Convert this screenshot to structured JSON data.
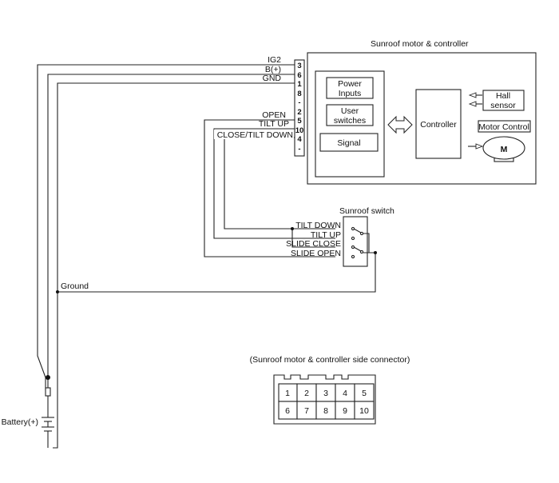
{
  "motor_controller": {
    "title": "Sunroof motor & controller",
    "blocks": {
      "power_inputs": [
        "Power",
        "Inputs"
      ],
      "user_switches": [
        "User",
        "switches"
      ],
      "signal": "Signal",
      "controller": "Controller",
      "hall_sensor": [
        "Hall",
        "sensor"
      ],
      "motor_control": "Motor Control",
      "motor": "M"
    }
  },
  "wires": [
    {
      "label": "IG2",
      "pin": "3"
    },
    {
      "label": "B(+)",
      "pin": "6"
    },
    {
      "label": "GND",
      "pin": "1"
    },
    {
      "label": "",
      "pin": "8"
    },
    {
      "label": "",
      "pin": "-"
    },
    {
      "label": "",
      "pin": "2"
    },
    {
      "label": "OPEN",
      "pin": "5"
    },
    {
      "label": "TILT UP",
      "pin": "10"
    },
    {
      "label": "CLOSE/TILT DOWN",
      "pin": "4"
    },
    {
      "label": "",
      "pin": "-"
    }
  ],
  "sunroof_switch": {
    "title": "Sunroof switch",
    "positions": [
      "TILT DOWN",
      "TILT UP",
      "SLIDE CLOSE",
      "SLIDE OPEN"
    ]
  },
  "ground_label": "Ground",
  "battery_label": "Battery(+)",
  "connector": {
    "title": "(Sunroof motor & controller side connector)",
    "rows": [
      [
        "1",
        "2",
        "3",
        "4",
        "5"
      ],
      [
        "6",
        "7",
        "8",
        "9",
        "10"
      ]
    ]
  }
}
